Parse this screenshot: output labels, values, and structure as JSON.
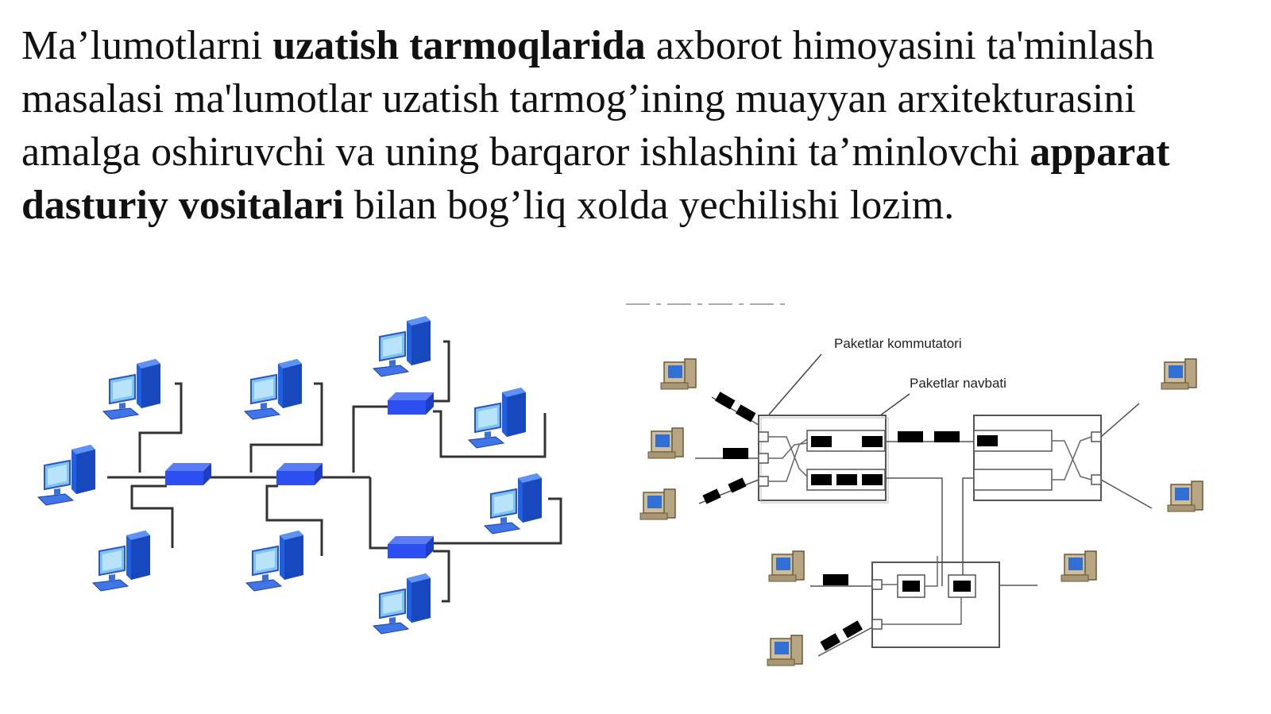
{
  "slide": {
    "paragraph": {
      "part1": "Ma’lumotlarni ",
      "bold1": "uzatish tarmoqlarida",
      "part2": " axborot himoyasini ta'minlash masalasi ma'lumotlar uzatish tarmog’ining muayyan arxitekturasini amalga oshiruvchi va uning barqaror ishlashini ta’minlovchi ",
      "bold2": "apparat dasturiy vositalari",
      "part3": " bilan bog’liq xolda yechilishi lozim."
    }
  },
  "right_diagram": {
    "label_switch": "Paketlar kommutatori",
    "label_queue": "Paketlar navbati"
  },
  "colors": {
    "pc_blue": "#1f5fe0",
    "switch_blue": "#2b4ff0",
    "line_dark": "#333333",
    "packet_black": "#000000",
    "pc_beige": "#d8c9a8"
  }
}
